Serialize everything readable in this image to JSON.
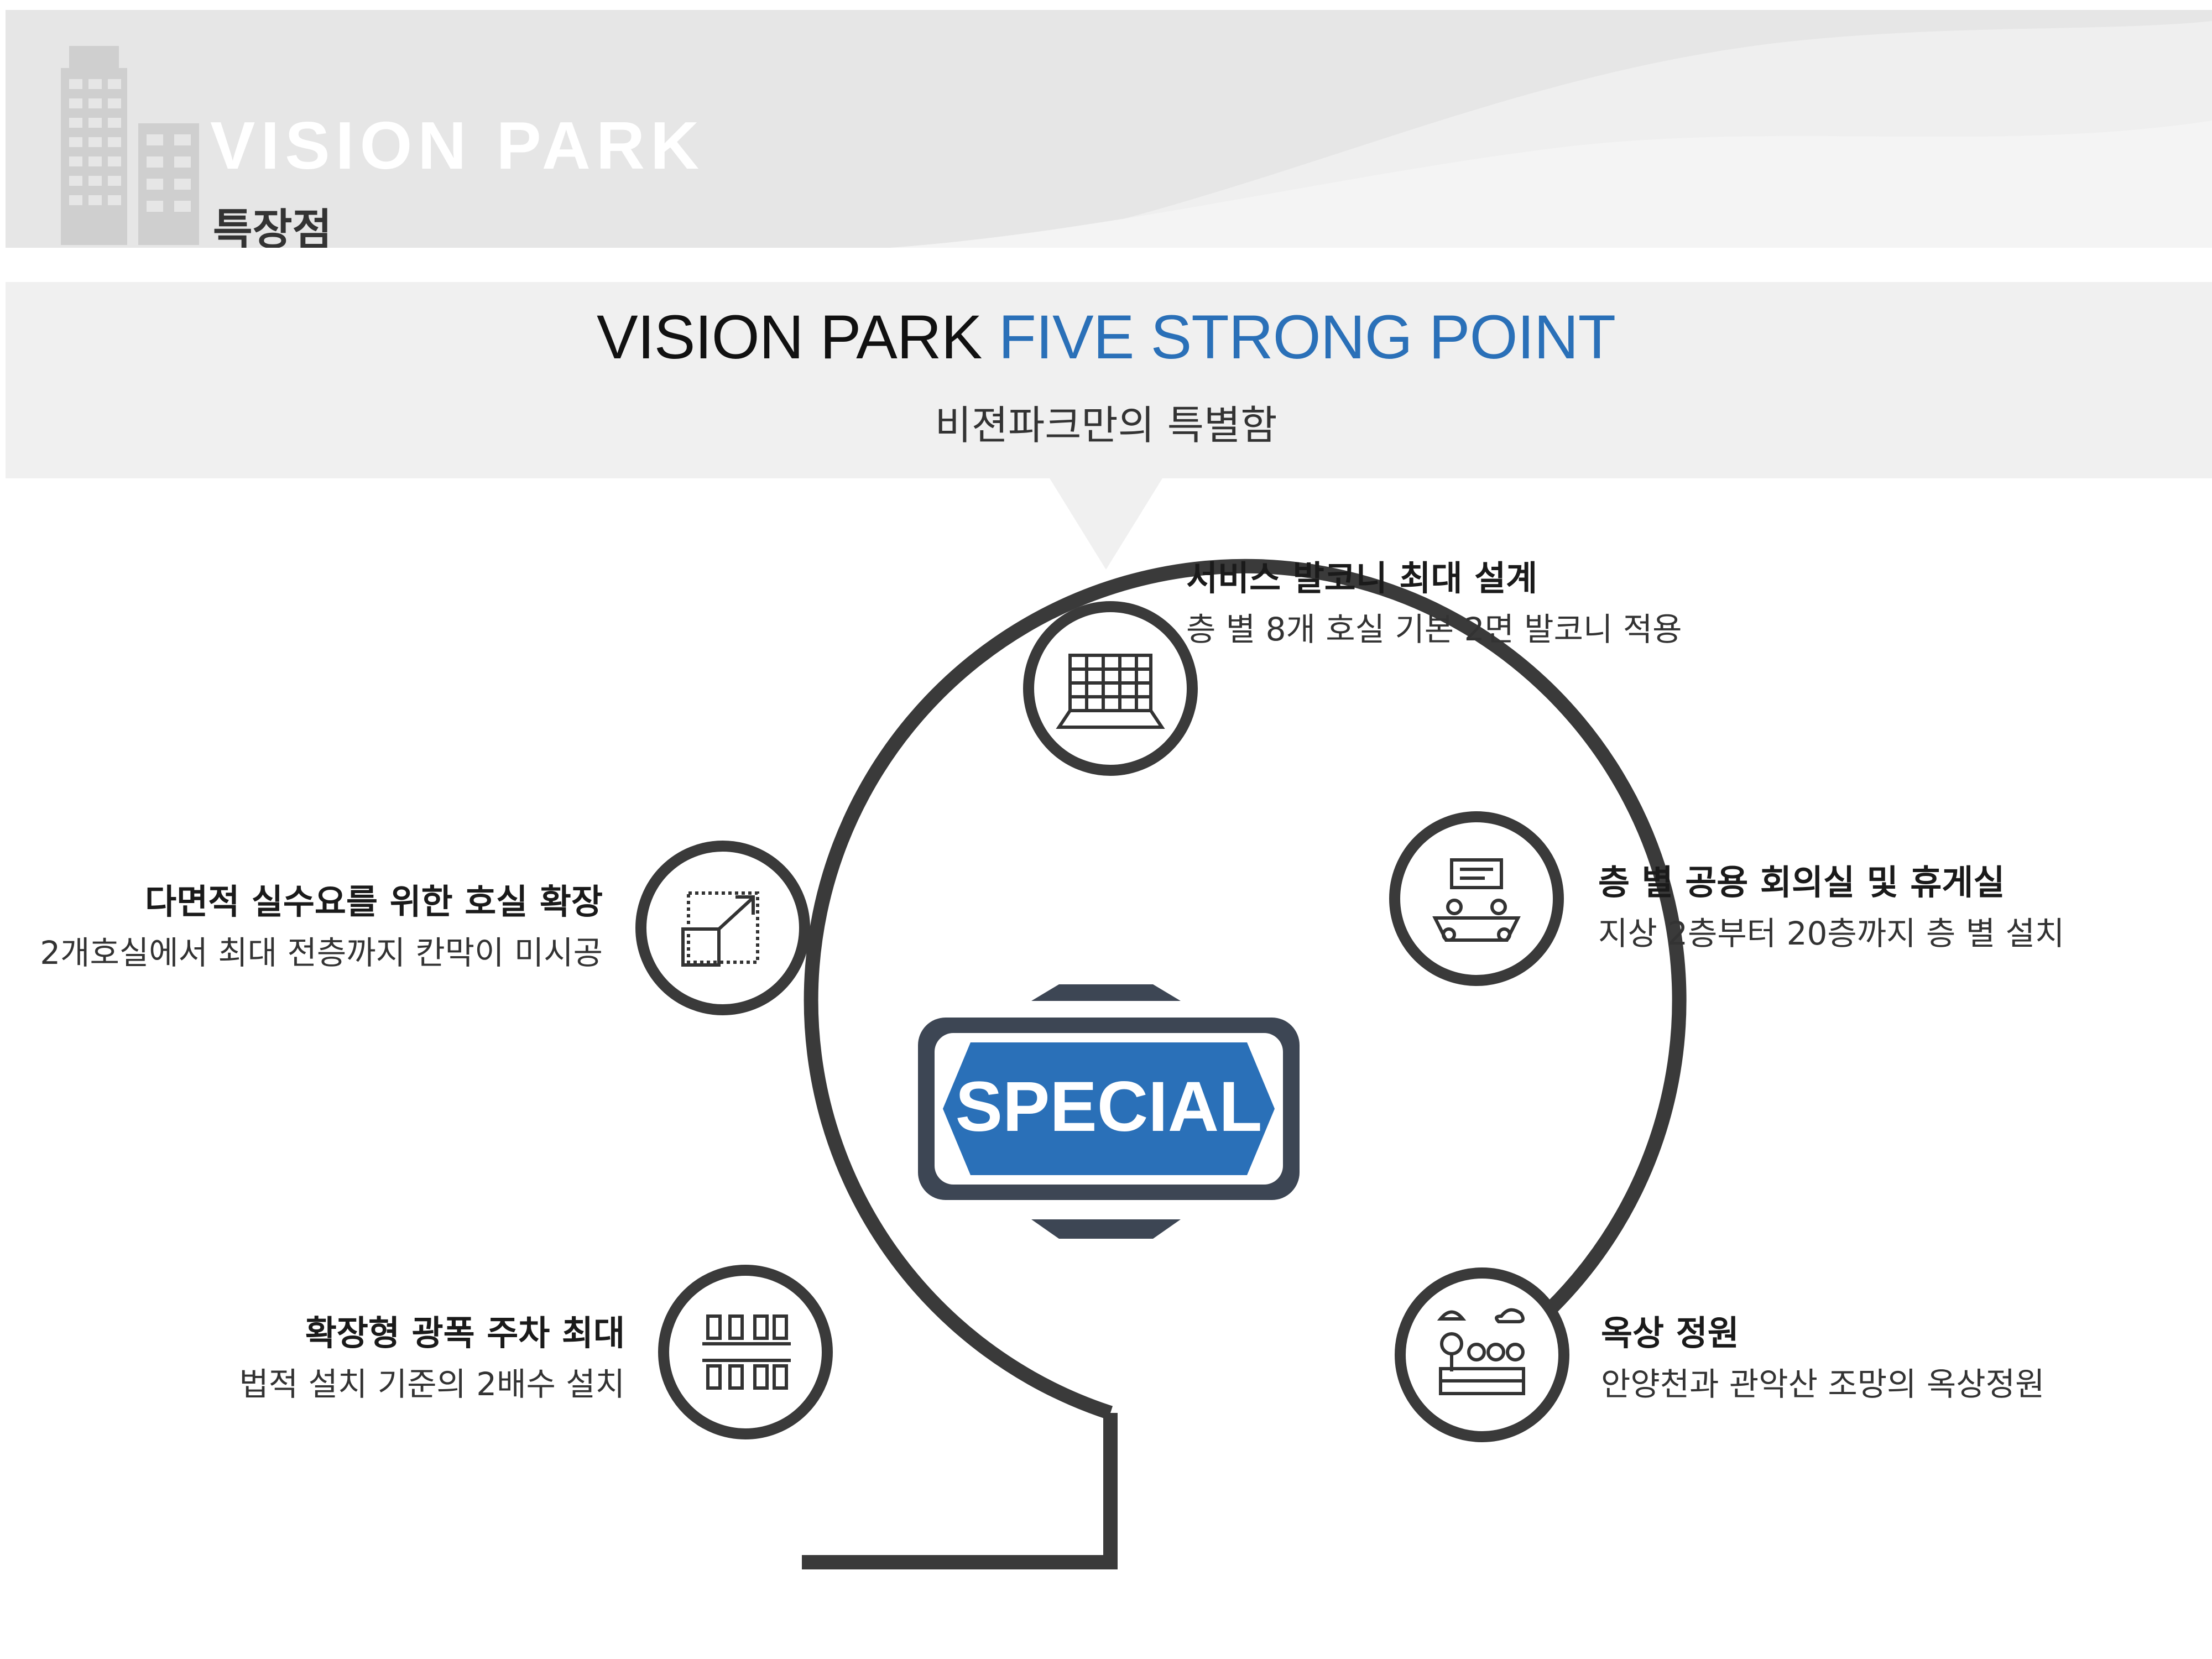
{
  "header": {
    "brand": "VISION PARK",
    "section": "특장점"
  },
  "title": {
    "prefix": "VISION PARK ",
    "accent": "FIVE STRONG POINT",
    "subtitle": "비젼파크만의 특별함"
  },
  "center": {
    "badge": "SPECIAL"
  },
  "features": [
    {
      "title": "서비스 발코니 최대 설계",
      "desc": "층 별 8개 호실 기본 2면 발코니 적용",
      "icon": "balcony-grid-icon"
    },
    {
      "title": "층 별 공용 회의실 및 휴게실",
      "desc": "지상 2층부터 20층까지 층 별 설치",
      "icon": "meeting-room-icon"
    },
    {
      "title": "옥상 정원",
      "desc": "안양천과 관악산 조망의 옥상정원",
      "icon": "rooftop-garden-icon"
    },
    {
      "title": "확장형 광폭 주차 최대",
      "desc": "법적 설치 기준의 2배수 설치",
      "icon": "parking-lot-icon"
    },
    {
      "title": "다면적 실수요를 위한 호실 확장",
      "desc": "2개호실에서 최대 전층까지 칸막이 미시공",
      "icon": "room-expand-icon"
    }
  ],
  "colors": {
    "accent": "#2a70b8",
    "ring": "#3a3a3a",
    "badge_frame": "#3d4654"
  }
}
